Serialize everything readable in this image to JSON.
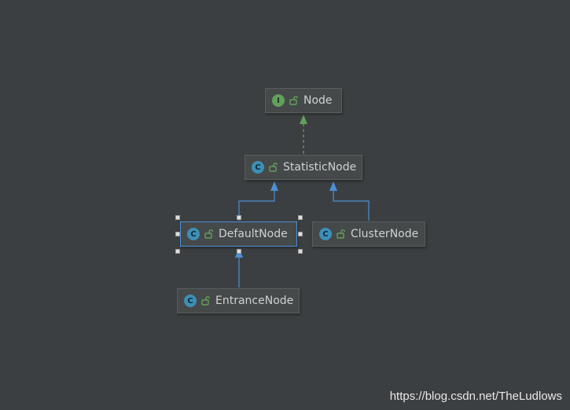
{
  "diagram": {
    "nodes": [
      {
        "id": "node",
        "label": "Node",
        "kind": "interface",
        "kind_letter": "I"
      },
      {
        "id": "statistic",
        "label": "StatisticNode",
        "kind": "class",
        "kind_letter": "C"
      },
      {
        "id": "default",
        "label": "DefaultNode",
        "kind": "class",
        "kind_letter": "C",
        "selected": true
      },
      {
        "id": "cluster",
        "label": "ClusterNode",
        "kind": "class",
        "kind_letter": "C"
      },
      {
        "id": "entrance",
        "label": "EntranceNode",
        "kind": "class",
        "kind_letter": "C"
      }
    ],
    "edges": [
      {
        "from": "statistic",
        "to": "node",
        "type": "implements"
      },
      {
        "from": "default",
        "to": "statistic",
        "type": "extends"
      },
      {
        "from": "cluster",
        "to": "statistic",
        "type": "extends"
      },
      {
        "from": "entrance",
        "to": "default",
        "type": "extends"
      }
    ],
    "colors": {
      "background": "#3c3f41",
      "implements": "#62a05b",
      "extends": "#4b8fd6",
      "selection": "#4b8fd6"
    }
  },
  "watermark": "https://blog.csdn.net/TheLudlows"
}
